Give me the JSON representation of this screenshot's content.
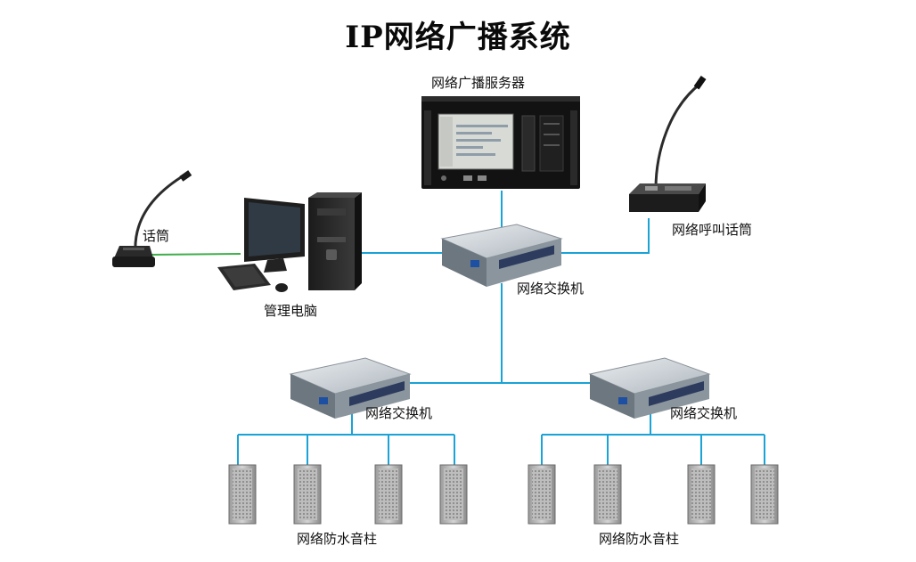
{
  "title": "IP网络广播系统",
  "labels": {
    "server": "网络广播服务器",
    "handset": "话筒",
    "pc": "管理电脑",
    "paging_mic": "网络呼叫话筒",
    "core_switch": "网络交换机",
    "left_switch": "网络交换机",
    "right_switch": "网络交换机",
    "left_speakers": "网络防水音柱",
    "right_speakers": "网络防水音柱"
  },
  "colors": {
    "link": "#1aa3d6",
    "mic_link": "#3fae4a",
    "background": "#ffffff"
  }
}
